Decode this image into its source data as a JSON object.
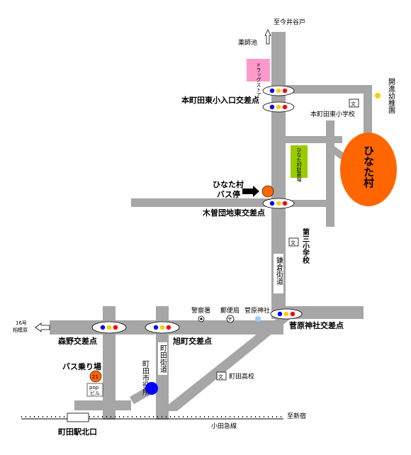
{
  "labels": {
    "north_direction": "至今井谷戸",
    "yakushiike": "薬師池",
    "drugstore": "ドラッグストア",
    "motomachida_higashi_elem_entrance": "本町田東小入口交差点",
    "kaishin_kindergarten": "開進幼稚園",
    "motomachida_higashi_elem": "本町田東小学校",
    "hinatamura_parking": "ひなた村駐車場",
    "hinatamura": "ひなた村",
    "hinatamura_busstop_line1": "ひなた村",
    "hinatamura_busstop_line2": "バス停",
    "kiso_danchi_east": "木曽団地東交差点",
    "daisan_elem": "第三小学校",
    "kamakura_kaido": "鎌倉街道",
    "police": "警察署",
    "post_office": "郵便局",
    "sugawara_shrine": "菅原神社",
    "sugawara_shrine_crossing": "菅原神社交差点",
    "route16_line1": "16号",
    "route16_line2": "相模原",
    "morino_crossing": "森野交差点",
    "asahimachi_crossing": "旭町交差点",
    "bus_stop_area": "バス乗り場",
    "bus_stop_number": "21",
    "pop_building_line1": "pop",
    "pop_building_line2": "ビル",
    "machida_city_hall": "町田市役所",
    "machida_kaido": "町田街道",
    "machida_high": "町田高校",
    "shinjuku_direction": "至新宿",
    "odakyu_line": "小田急線",
    "machida_station_north": "町田駅北口"
  },
  "colors": {
    "road": "#a6a6a6",
    "hinatamura_fill": "#ff6600",
    "busstop_fill": "#ff6600",
    "parking_fill": "#99cc00",
    "drugstore_fill": "#ff99cc",
    "city_hall_marker": "#0000ff",
    "kindergarten_marker": "#ffcc00",
    "shrine_marker": "#99ccff",
    "signal_blue": "#0000ff",
    "signal_yellow": "#ffcc00",
    "signal_red": "#ff0000"
  },
  "icons": [
    "school-icon",
    "police-station-icon",
    "post-office-icon",
    "traffic-signal-icon",
    "arrow-up-icon",
    "arrow-left-icon",
    "arrow-right-icon",
    "railway-icon"
  ]
}
